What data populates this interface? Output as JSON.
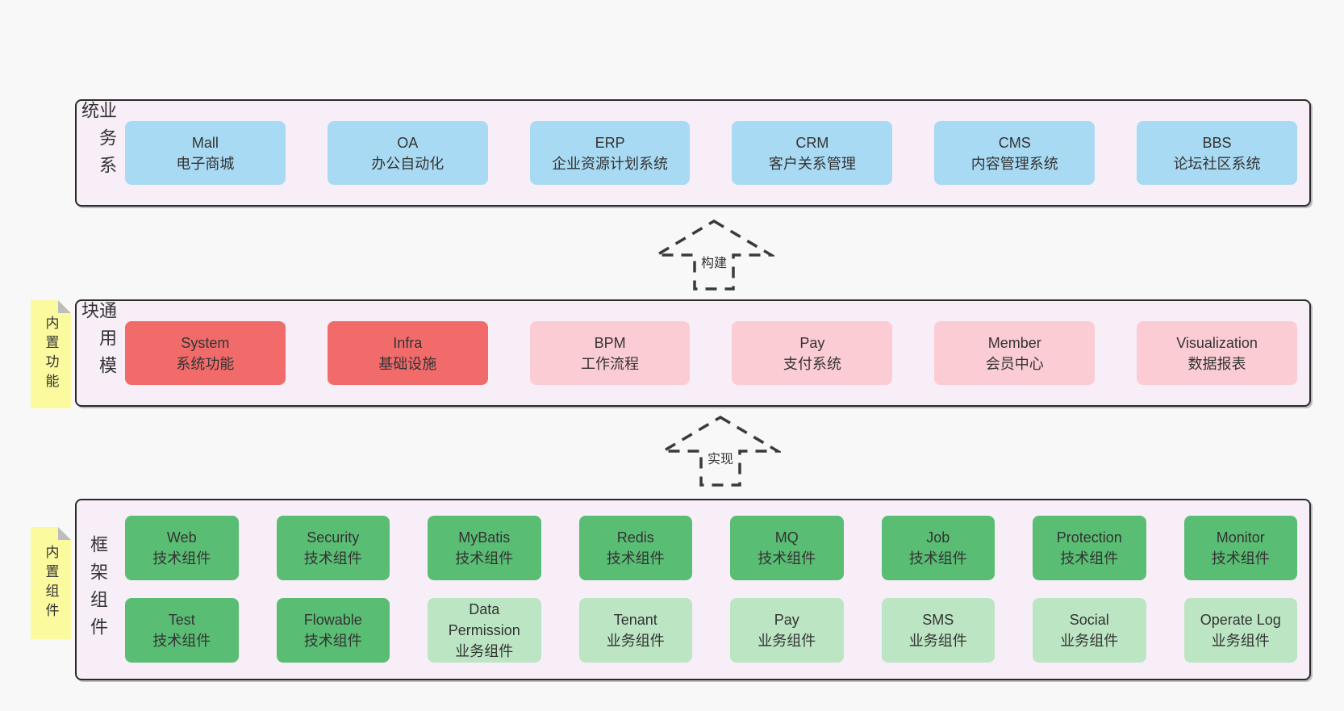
{
  "colors": {
    "page_bg": "#f8f8f8",
    "layer_bg": "#f7eef7",
    "layer_border": "#2b2b2b",
    "blue": "#a9daf3",
    "red": "#f16b6b",
    "pink": "#fbccd4",
    "green": "#5abd74",
    "green_light": "#bce5c3",
    "note_yellow": "#fbfa9f",
    "note_fold": "#bdbdbd",
    "arrow_stroke": "#3a3a3a",
    "text": "#333333"
  },
  "arrows": [
    {
      "label": "构建"
    },
    {
      "label": "实现"
    }
  ],
  "layers": {
    "business": {
      "label": "业务系统",
      "boxes": [
        {
          "title": "Mall",
          "subtitle": "电子商城"
        },
        {
          "title": "OA",
          "subtitle": "办公自动化"
        },
        {
          "title": "ERP",
          "subtitle": "企业资源计划系统"
        },
        {
          "title": "CRM",
          "subtitle": "客户关系管理"
        },
        {
          "title": "CMS",
          "subtitle": "内容管理系统"
        },
        {
          "title": "BBS",
          "subtitle": "论坛社区系统"
        }
      ]
    },
    "modules": {
      "label": "通用模块",
      "note": "内置功能",
      "boxes": [
        {
          "title": "System",
          "subtitle": "系统功能"
        },
        {
          "title": "Infra",
          "subtitle": "基础设施"
        },
        {
          "title": "BPM",
          "subtitle": "工作流程"
        },
        {
          "title": "Pay",
          "subtitle": "支付系统"
        },
        {
          "title": "Member",
          "subtitle": "会员中心"
        },
        {
          "title": "Visualization",
          "subtitle": "数据报表"
        }
      ]
    },
    "components": {
      "label": "框架组件",
      "note": "内置组件",
      "row1": [
        {
          "title": "Web",
          "subtitle": "技术组件"
        },
        {
          "title": "Security",
          "subtitle": "技术组件"
        },
        {
          "title": "MyBatis",
          "subtitle": "技术组件"
        },
        {
          "title": "Redis",
          "subtitle": "技术组件"
        },
        {
          "title": "MQ",
          "subtitle": "技术组件"
        },
        {
          "title": "Job",
          "subtitle": "技术组件"
        },
        {
          "title": "Protection",
          "subtitle": "技术组件"
        },
        {
          "title": "Monitor",
          "subtitle": "技术组件"
        }
      ],
      "row2": [
        {
          "title": "Test",
          "subtitle": "技术组件"
        },
        {
          "title": "Flowable",
          "subtitle": "技术组件"
        },
        {
          "title": "Data Permission",
          "subtitle": "业务组件"
        },
        {
          "title": "Tenant",
          "subtitle": "业务组件"
        },
        {
          "title": "Pay",
          "subtitle": "业务组件"
        },
        {
          "title": "SMS",
          "subtitle": "业务组件"
        },
        {
          "title": "Social",
          "subtitle": "业务组件"
        },
        {
          "title": "Operate Log",
          "subtitle": "业务组件"
        }
      ]
    }
  }
}
